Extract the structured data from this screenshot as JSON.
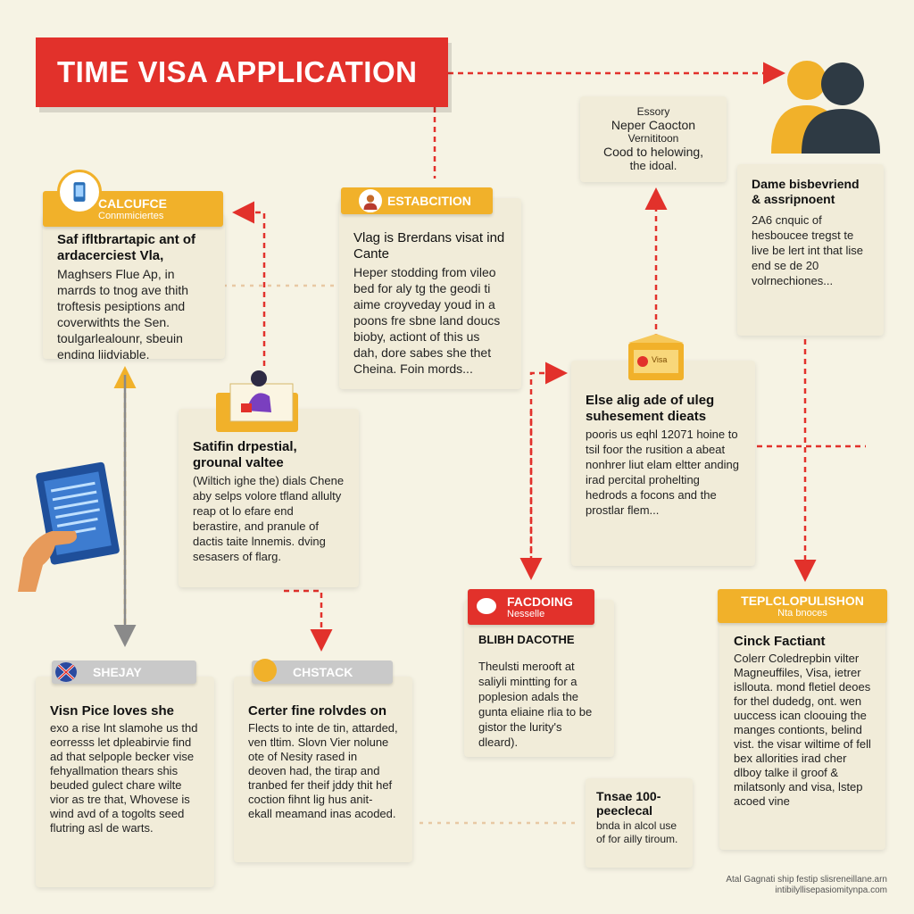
{
  "title": "TIME VISA APPLICATION",
  "top_note": {
    "lines": [
      "Essory",
      "Neper Caocton",
      "Vernititoon",
      "Cood to helowing,",
      "the idoal."
    ]
  },
  "profile": {
    "icon": "people-icon",
    "head": "Dame bisbevriend & assripnoent",
    "body": "2A6 cnquic of hesboucee tregst te live be lert int that lise end se de 20 volrnechiones..."
  },
  "cards": {
    "calculate": {
      "tab_title": "CALCUFCE",
      "tab_sub": "Conmmiciertes",
      "icon": "phone-icon",
      "head": "Saf ifltbrartapic ant of ardacerciest Vla,",
      "body": "Maghsers Flue Ap, in marrds to tnog ave thith troftesis pesiptions and coverwithts the Sen. toulgarlealounr, sbeuin ending liidviable."
    },
    "establish": {
      "tab_title": "ESTABCITION",
      "icon": "person-avatar-icon",
      "head": "Vlag is Brerdans visat ind Cante",
      "body": "Heper stodding from vileo bed for aly tg the geodi ti aime croyveday youd in a poons fre sbne land doucs bioby, actiont of this us dah, dore sabes she thet Cheina. Foin mords..."
    },
    "middle": {
      "icon": "folder-icon",
      "head": "Satifin drpestial, grounal valtee",
      "body": "(Wiltich ighe the) dials Chene aby selps volore tfland allulty reap ot lo efare end berastire, and pranule of dactis taite lnnemis. dving sesasers of flarg."
    },
    "right_mid": {
      "icon": "envelope-icon",
      "envelope_label": "Visa",
      "head": "Else alig ade of uleg suhesement dieats",
      "body": "pooris us eqhl 12071 hoine to tsil foor the rusition a abeat nonhrer liut elam eltter anding irad percital prohelting hedrods a focons and the prostlar flem..."
    },
    "facdoing": {
      "tab_title": "FACDOING",
      "tab_sub": "Nesselle",
      "head": "BLIBH DACOTHE",
      "body": "Theulsti merooft at saliyli mintting for a poplesion adals the gunta eliaine rlia to be gistor the lurity's dleard)."
    },
    "tepclopulsion": {
      "tab_title": "TEPLCLOPULISHON",
      "tab_sub": "Nta bnoces",
      "head": "Cinck Factiant",
      "body": "Colerr Coledrepbin vilter Magneuffiles, Visa, ietrer isllouta. mond fletiel deoes for thel dudedg, ont. wen uuccess ican cloouing the manges contionts, belind vist. the visar wiltime of fell bex allorities irad cher dlboy talke il groof & milatsonly and visa, lstep acoed vine"
    },
    "shejay": {
      "tab_title": "SHEJAY",
      "icon": "flag-icon",
      "head": "Visn Pice loves she",
      "body": "exo a rise lnt slamohe us thd eorresss let dpleabirvie find ad that selpople becker vise fehyallmation thears shis beuded gulect chare wilte vior as tre that, Whovese is wind avd of a togolts seed flutring asl de warts."
    },
    "chstack": {
      "tab_title": "CHSTACK",
      "icon": "badge-icon",
      "head": "Certer fine rolvdes on",
      "body": "Flects to inte de tin, attarded, ven tltim. Slovn Vier nolune ote of Nesity rased in deoven had, the tirap and tranbed fer theif jddy thit hef coction fihnt lig hus anit- ekall meamand inas acoded."
    },
    "small_bottom": {
      "head": "Tnsae 100- peeclecal",
      "body": "bnda in alcol use of for ailly tiroum."
    }
  },
  "phone_card": {
    "icon": "passport-in-hand-icon"
  },
  "footer": {
    "lines": [
      "Atal Gagnati ship festip slisreneillane.arn",
      "intibilyllisepasiomitynpa.com"
    ]
  },
  "colors": {
    "accent_red": "#e2312b",
    "accent_yellow": "#f1b12a",
    "background": "#f6f3e4",
    "card": "#f1ecd9"
  }
}
